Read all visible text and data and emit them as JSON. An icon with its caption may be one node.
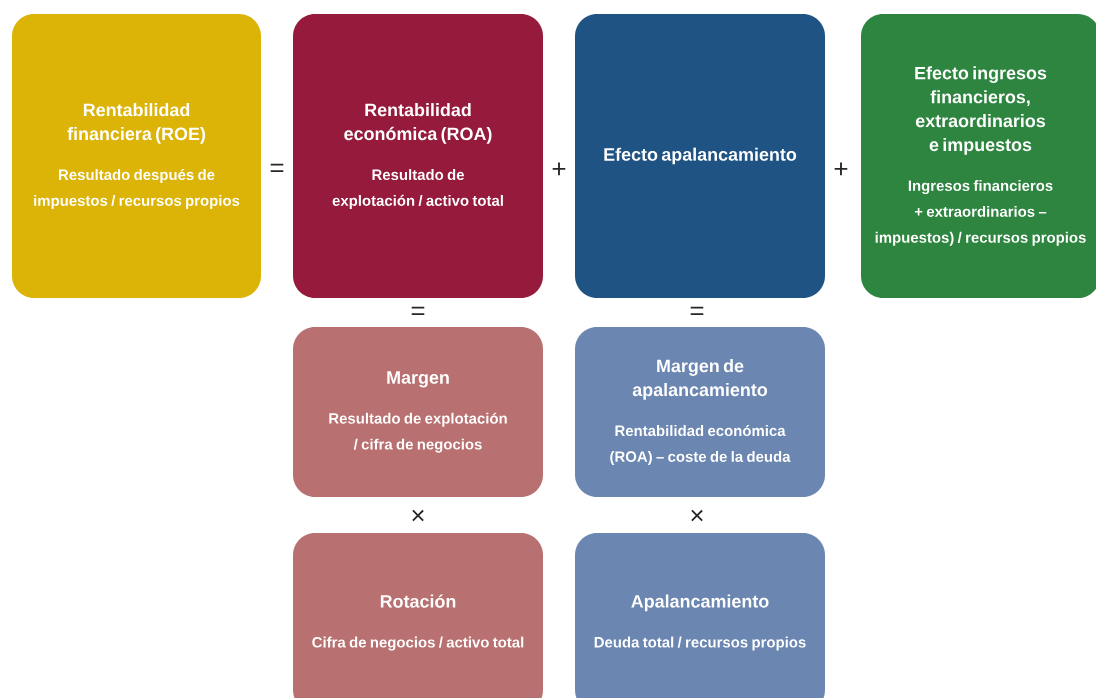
{
  "diagram": {
    "nodes": [
      {
        "text": [
          "Rentabilidad financiera (ROE)",
          "Resultado después de impuestos / recursos propios"
        ]
      },
      {
        "text": [
          "Rentabilidad económica (ROA)",
          "Resultado de explotación / activo total"
        ]
      },
      {
        "text": [
          "Efecto apalancamiento"
        ]
      },
      {
        "text": [
          "Efecto ingresos financieros, extraordinarios e impuestos",
          "Ingresos financieros + extraordinarios – impuestos) / recursos propios"
        ]
      },
      {
        "text": [
          "Margen",
          "Resultado de explotación / cifra de negocios"
        ]
      },
      {
        "text": [
          "Margen de apalancamiento",
          "Rentabilidad económica (ROA) – coste de la deuda"
        ]
      },
      {
        "text": [
          "Rotación",
          "Cifra de negocios / activo total"
        ]
      },
      {
        "text": [
          "Apalancamiento",
          "Deuda total / recursos propios"
        ]
      }
    ],
    "edges": [],
    "labels": [
      "=",
      "+",
      "+",
      "=",
      "=",
      "×",
      "×"
    ]
  }
}
